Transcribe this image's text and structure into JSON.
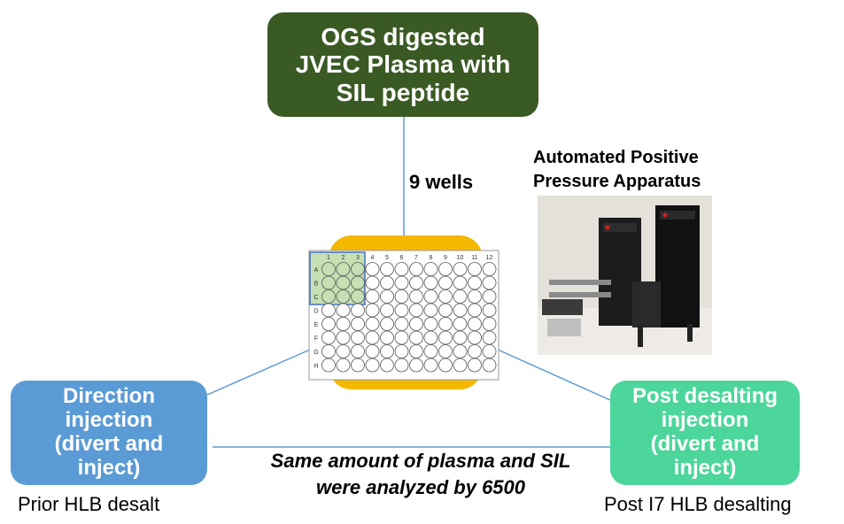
{
  "top_box": {
    "lines": [
      "OGS digested",
      "JVEC Plasma with",
      "SIL peptide"
    ],
    "color": "#3a5a24"
  },
  "wells_label": "9 wells",
  "apparatus_title": [
    "Automated Positive",
    "Pressure Apparatus"
  ],
  "left_box": {
    "lines": [
      "Direction",
      "injection",
      "(divert and",
      "inject)"
    ],
    "color": "#5b9bd5"
  },
  "right_box": {
    "lines": [
      "Post desalting",
      "injection",
      "(divert and",
      "inject)"
    ],
    "color": "#4cd69b"
  },
  "bottom_note": [
    "Same amount of plasma and SIL",
    "were analyzed by 6500"
  ],
  "left_caption": "Prior HLB desalt",
  "right_caption": "Post I7 HLB desalting",
  "plate": {
    "columns": [
      "1",
      "2",
      "3",
      "4",
      "5",
      "6",
      "7",
      "8",
      "9",
      "10",
      "11",
      "12"
    ],
    "rows": [
      "A",
      "B",
      "C",
      "D",
      "E",
      "F",
      "G",
      "H"
    ],
    "highlight_color": "#c6e0b4",
    "backdrop_color": "#f5b800"
  },
  "colors": {
    "connector": "#5b9bd5"
  }
}
